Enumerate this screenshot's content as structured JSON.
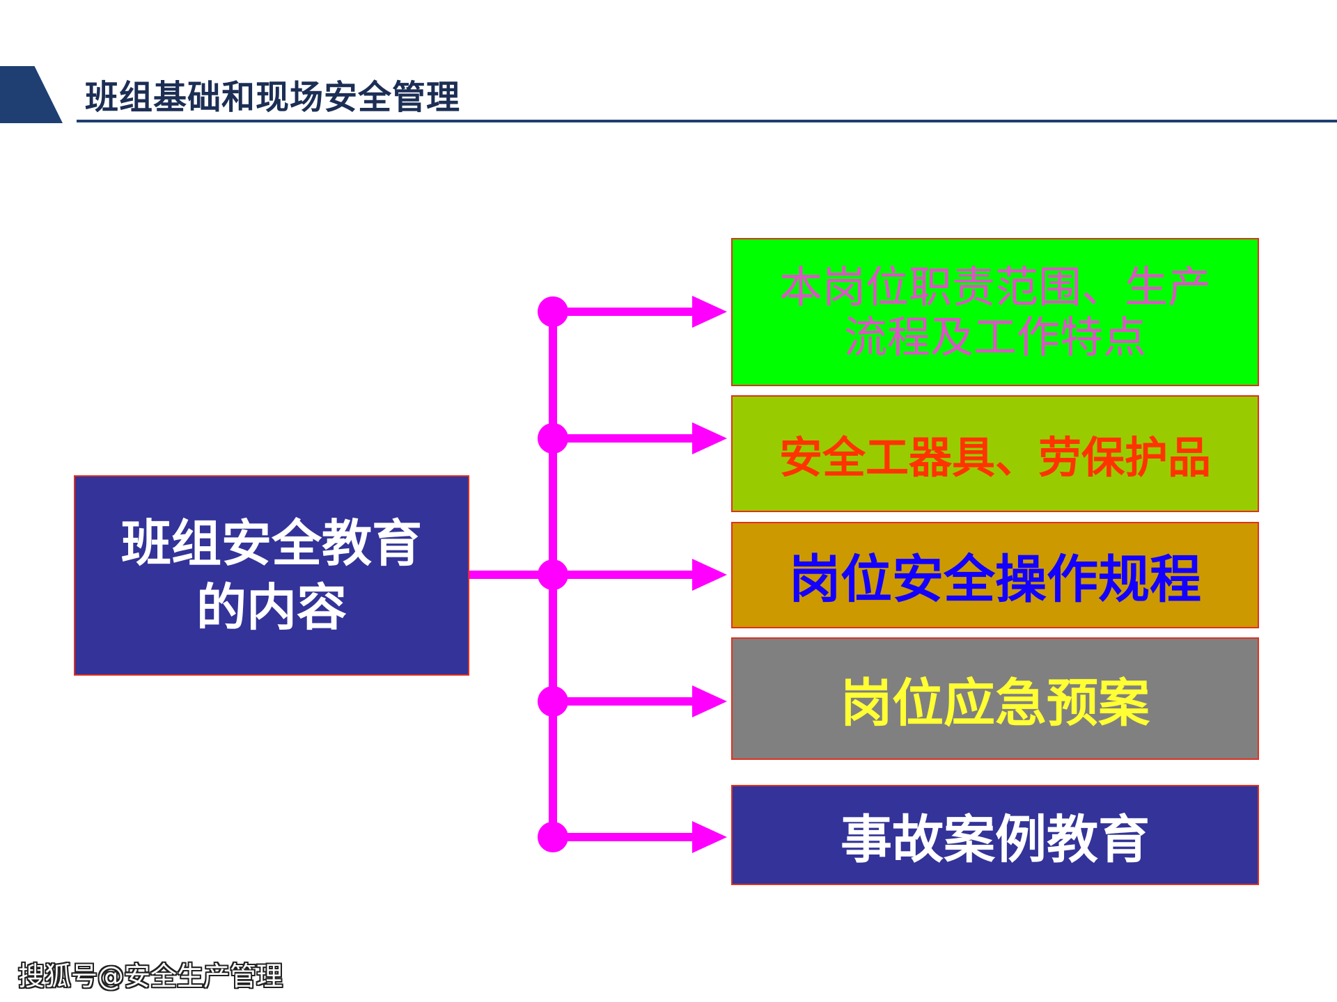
{
  "header": {
    "title": "班组基础和现场安全管理"
  },
  "diagram": {
    "source": "班组安全教育的内容",
    "source_lines": [
      "班组安全教育",
      "的内容"
    ],
    "targets": [
      {
        "lines": [
          "本岗位职责范围、生产",
          "流程及工作特点"
        ]
      },
      {
        "lines": [
          "安全工器具、劳保护品"
        ]
      },
      {
        "lines": [
          "岗位安全操作规程"
        ]
      },
      {
        "lines": [
          "岗位应急预案"
        ]
      },
      {
        "lines": [
          "事故案例教育"
        ]
      }
    ],
    "connector_color": "#ff00ff",
    "box_border_color": "#e03020"
  },
  "footer": {
    "watermark": "搜狐号@安全生产管理"
  }
}
